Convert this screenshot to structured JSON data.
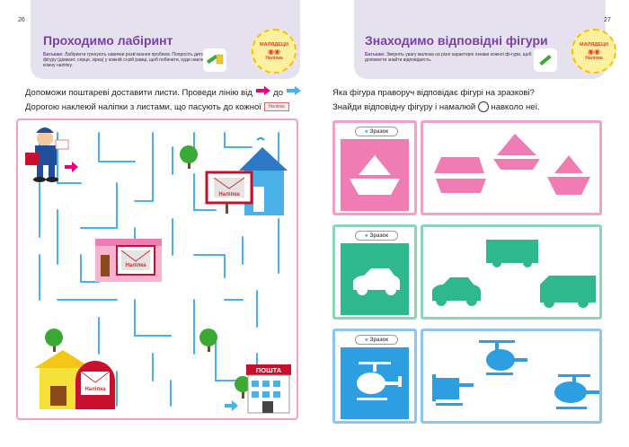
{
  "left_page": {
    "page_number": "26",
    "title": "Проходимо лабіринт",
    "parents_label": "Батькам:",
    "parents_text": "Лабіринти тренують навички розв'язання проблем. Попросіть дитину знайти фігуру (діамант, серце, зірка) у кожній сі-рій рамці, щоб побачити, куди наклеювати кожну наліпку.",
    "instruction_line1_a": "Допоможи поштареві доставити листи. Проведи лінію від",
    "instruction_line1_b": "до",
    "instruction_line2_a": "Дорогою наклеюй наліпки з листами, що пасують до кожної",
    "sticker_inline": "Наліпка",
    "maze_labels": {
      "sticker_top_right": "Наліпка",
      "sticker_middle": "Наліпка",
      "sticker_bottom_left": "Наліпка",
      "post_office": "ПОШТА"
    }
  },
  "right_page": {
    "page_number": "27",
    "title": "Знаходимо відповідні фігури",
    "parents_label": "Батькам:",
    "parents_text": "Зверніть увагу малюка на різні характерні ознаки кожної фі-гури, щоб допомогти знайти відповідність.",
    "instruction_line1": "Яка фігура праворуч відповідає фігурі на зразкові?",
    "instruction_line2_a": "Знайди відповідну фігуру і намалюй",
    "instruction_line2_b": "навколо неї.",
    "sample_label": "Зразок",
    "rows": [
      {
        "name": "boat",
        "border": "#f2a0c8",
        "tile": "#ef7db4",
        "shape": "#ef7db4"
      },
      {
        "name": "car",
        "border": "#8cd6b8",
        "tile": "#2fb78e",
        "shape": "#2fb78e"
      },
      {
        "name": "helicopter",
        "border": "#8cc6ec",
        "tile": "#2d9fe0",
        "shape": "#2d9fe0"
      }
    ]
  },
  "badge": {
    "top": "МАЛЯДЕЦИ",
    "bottom": "Наліпка"
  },
  "colors": {
    "accent_purple": "#7a3fa8",
    "header_bg": "#e6e1ef",
    "arrow_pink": "#e6007e",
    "arrow_blue": "#4ab0e8"
  }
}
